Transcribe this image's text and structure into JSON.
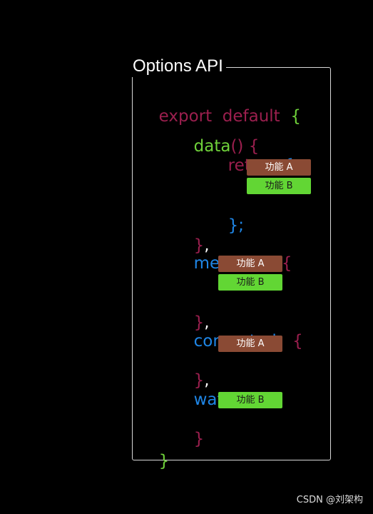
{
  "frame": {
    "title": "Options API"
  },
  "code": {
    "export_kw": "export",
    "default_kw": "default",
    "open_brace_outer": "{",
    "data_fn": "data",
    "data_parens": "()",
    "data_open": "{",
    "return_kw": "return",
    "return_open": "{",
    "return_close": "};",
    "data_close": "}",
    "data_comma": ",",
    "methods_kw": "methods",
    "methods_colon": ":",
    "methods_open": "{",
    "methods_close": "}",
    "methods_comma": ",",
    "computed_kw": "computed",
    "computed_colon": ":",
    "computed_open": "{",
    "computed_close": "}",
    "computed_comma": ",",
    "watch_kw": "watch",
    "watch_colon": ":",
    "watch_open": "{",
    "watch_close": "}",
    "close_brace_outer": "}"
  },
  "blocks": {
    "data": [
      "功能 A",
      "功能 B"
    ],
    "methods": [
      "功能 A",
      "功能 B"
    ],
    "computed": [
      "功能 A"
    ],
    "watch": [
      "功能 B"
    ]
  },
  "colors": {
    "feature_a": "#8a4a34",
    "feature_b": "#62d634",
    "keyword_pink": "#9b1f4e",
    "keyword_blue": "#1f86e6",
    "keyword_green": "#6fd13a"
  },
  "watermark": "CSDN @刘架构"
}
